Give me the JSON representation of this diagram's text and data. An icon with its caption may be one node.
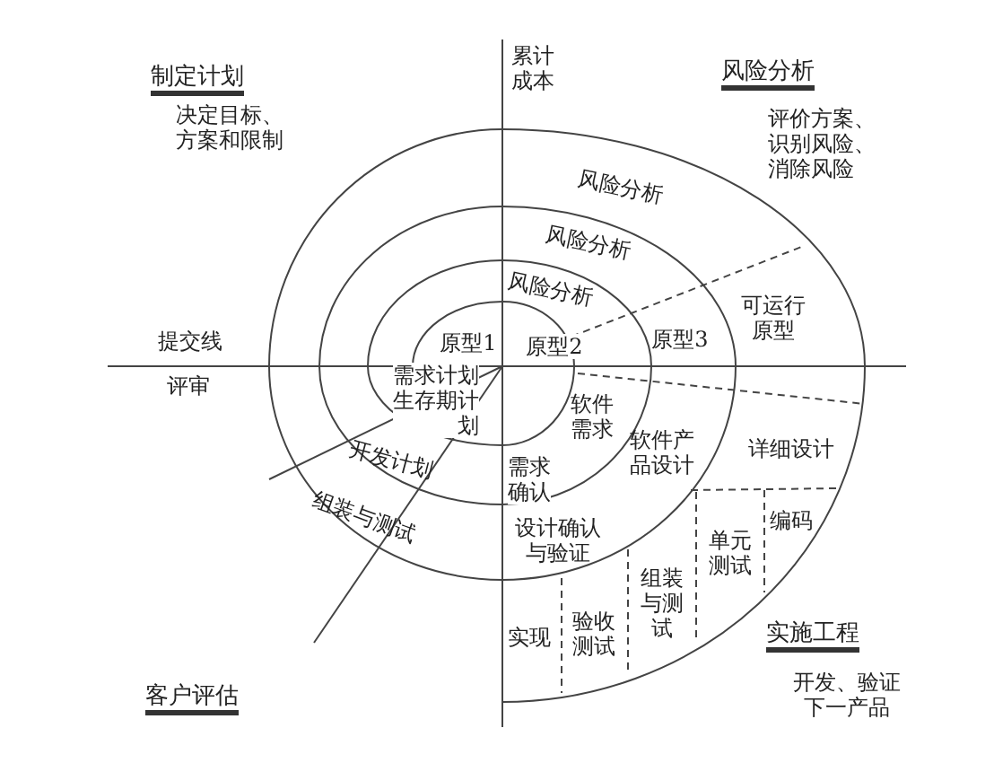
{
  "diagram": {
    "labels": [
      "制定计划",
      "累计成本",
      "风险分析",
      "决定目标、方案和限制",
      "评价方案、识别风险、消除风险",
      "风险分析",
      "风险分析",
      "风险分析",
      "原型1",
      "原型2",
      "原型3",
      "可运行原型",
      "提交线",
      "评审",
      "需求计划生存期计划",
      "软件需求",
      "软件产品设计",
      "详细设计",
      "开发计划",
      "需求确认",
      "组装与测试",
      "设计确认与验证",
      "编码",
      "单元测试",
      "组装与测试",
      "验收测试",
      "实现",
      "实施工程",
      "开发、验证下一产品",
      "客户评估"
    ]
  }
}
